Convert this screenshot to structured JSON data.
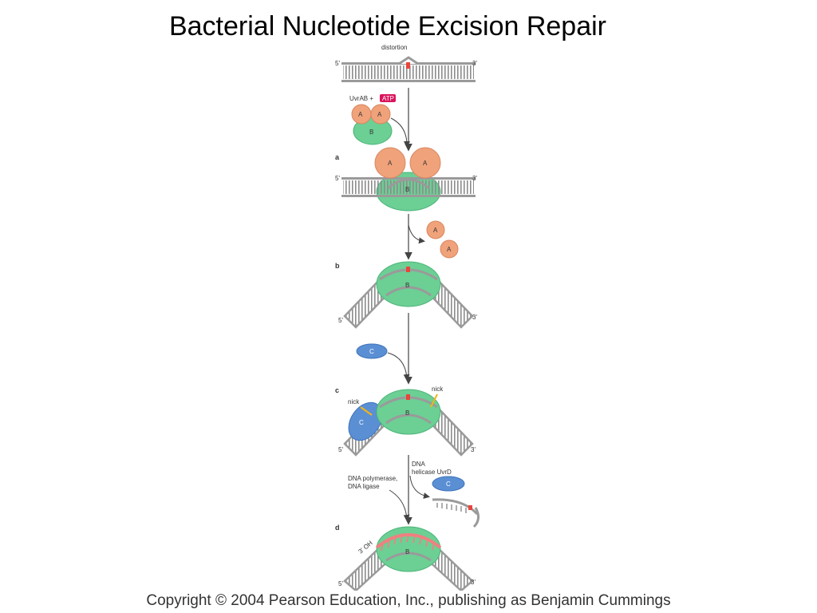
{
  "title": "Bacterial Nucleotide Excision Repair",
  "copyright": "Copyright © 2004 Pearson Education, Inc., publishing as Benjamin Cummings",
  "labels": {
    "distortion": "distortion",
    "five_prime": "5'",
    "three_prime": "3'",
    "uvrab": "UvrAB +",
    "atp": "ATP",
    "protein_a": "A",
    "protein_b": "B",
    "protein_c": "C",
    "nick": "nick",
    "helicase_line1": "DNA",
    "helicase_line2": "helicase UvrD",
    "polymerase_line1": "DNA polymerase,",
    "polymerase_line2": "DNA ligase",
    "three_oh": "3' OH"
  },
  "steps": [
    "a",
    "b",
    "c",
    "d"
  ],
  "colors": {
    "dna": "#9a9a9a",
    "dna_light": "#d6d6d6",
    "uvrA": "#f0a27a",
    "uvrB": "#6ccf94",
    "uvrC": "#5b8fd4",
    "atp": "#d9145c",
    "lesion": "#e8453c",
    "repair": "#f08080",
    "nick_arrow": "#f2b418"
  }
}
